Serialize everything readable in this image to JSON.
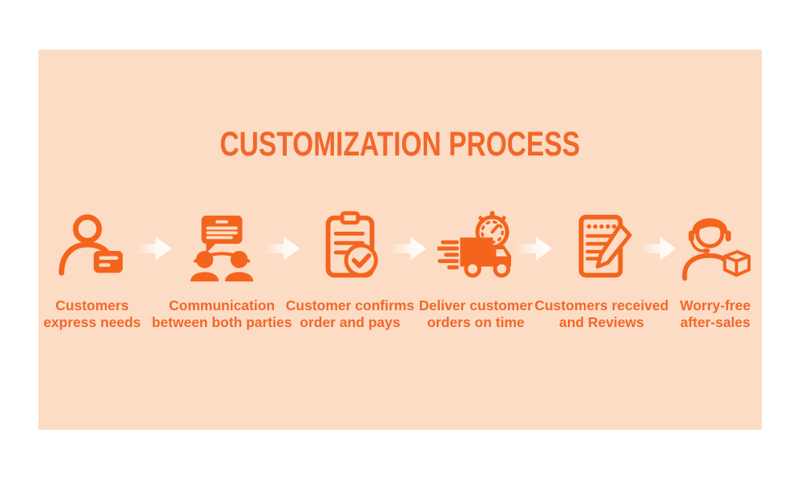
{
  "title": "CUSTOMIZATION PROCESS",
  "colors": {
    "page_bg": "#FFFFFF",
    "panel_bg": "#FCDCC4",
    "accent_text": "#F2672B",
    "accent_icon": "#F4641D",
    "arrow": "#FFFFFF"
  },
  "steps": [
    {
      "icon": "customer-express-needs-icon",
      "lines": [
        "Customers",
        "express needs"
      ]
    },
    {
      "icon": "communication-icon",
      "lines": [
        "Communication",
        "between both parties"
      ]
    },
    {
      "icon": "confirm-order-icon",
      "lines": [
        "Customer confirms",
        "order and pays"
      ]
    },
    {
      "icon": "delivery-truck-icon",
      "lines": [
        "Deliver customer",
        "orders on time"
      ]
    },
    {
      "icon": "review-icon",
      "lines": [
        "Customers received",
        "and Reviews"
      ]
    },
    {
      "icon": "after-sales-icon",
      "lines": [
        "Worry-free",
        "after-sales"
      ]
    }
  ]
}
